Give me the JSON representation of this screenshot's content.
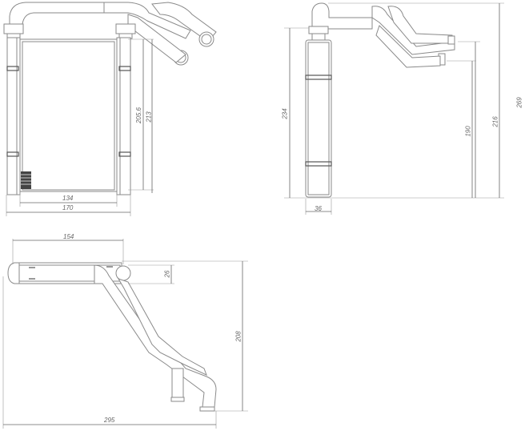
{
  "drawing": {
    "subject": "heater core technical drawing",
    "views": {
      "front": {
        "dimensions": {
          "core_width": "134",
          "overall_width": "170",
          "core_height": "205.6",
          "overall_height": "213"
        }
      },
      "side": {
        "dimensions": {
          "body_height": "234",
          "depth": "36",
          "pipe_lower": "190",
          "pipe_upper": "216",
          "overall_height": "269"
        }
      },
      "top": {
        "dimensions": {
          "pipe_spacing": "154",
          "pipe_diameter": "26",
          "depth": "208",
          "overall_length": "295"
        }
      }
    }
  },
  "colors": {
    "line": "#8a8a8a",
    "dimension": "#666666",
    "background": "#ffffff"
  }
}
